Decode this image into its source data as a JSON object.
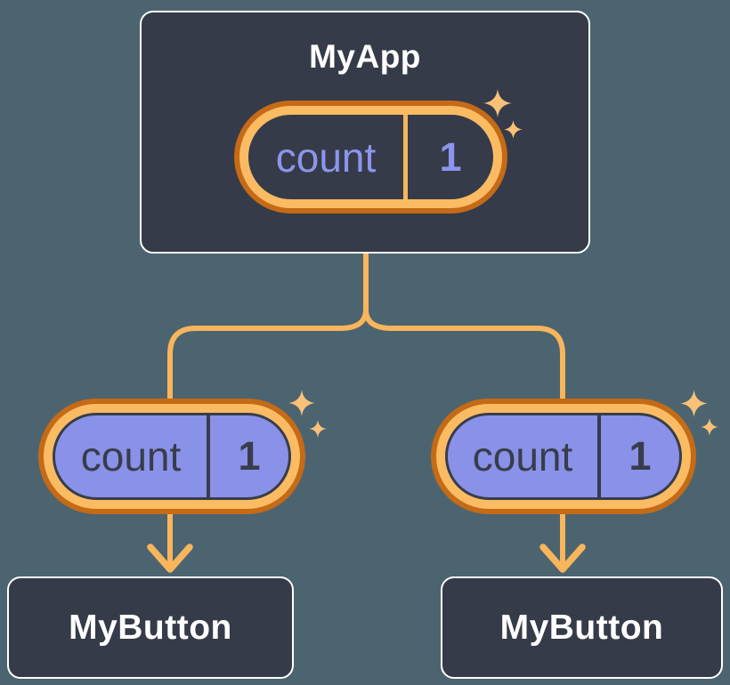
{
  "diagram": {
    "description": "React component tree with shared state pills",
    "tree": {
      "root": {
        "title": "MyApp",
        "state": {
          "name": "count",
          "value": "1"
        }
      },
      "children": [
        {
          "title": "MyButton",
          "state": {
            "name": "count",
            "value": "1"
          }
        },
        {
          "title": "MyButton",
          "state": {
            "name": "count",
            "value": "1"
          }
        }
      ]
    },
    "icons": {
      "sparkle": "four-point-star"
    },
    "colors": {
      "background": "#4C6470",
      "node_fill": "#353B48",
      "node_border": "#FFFFFF",
      "title_text": "#FFFFFF",
      "pill_ring_outer": "#C56A17",
      "pill_ring_inner": "#FABB63",
      "pill_fill_root": "#353B48",
      "pill_fill_child": "#8A91E8",
      "pill_text_root": "#8C95EC",
      "pill_text_child": "#373D4A",
      "connector_line": "#F8B55C",
      "sparkle": "#F9C178"
    }
  }
}
